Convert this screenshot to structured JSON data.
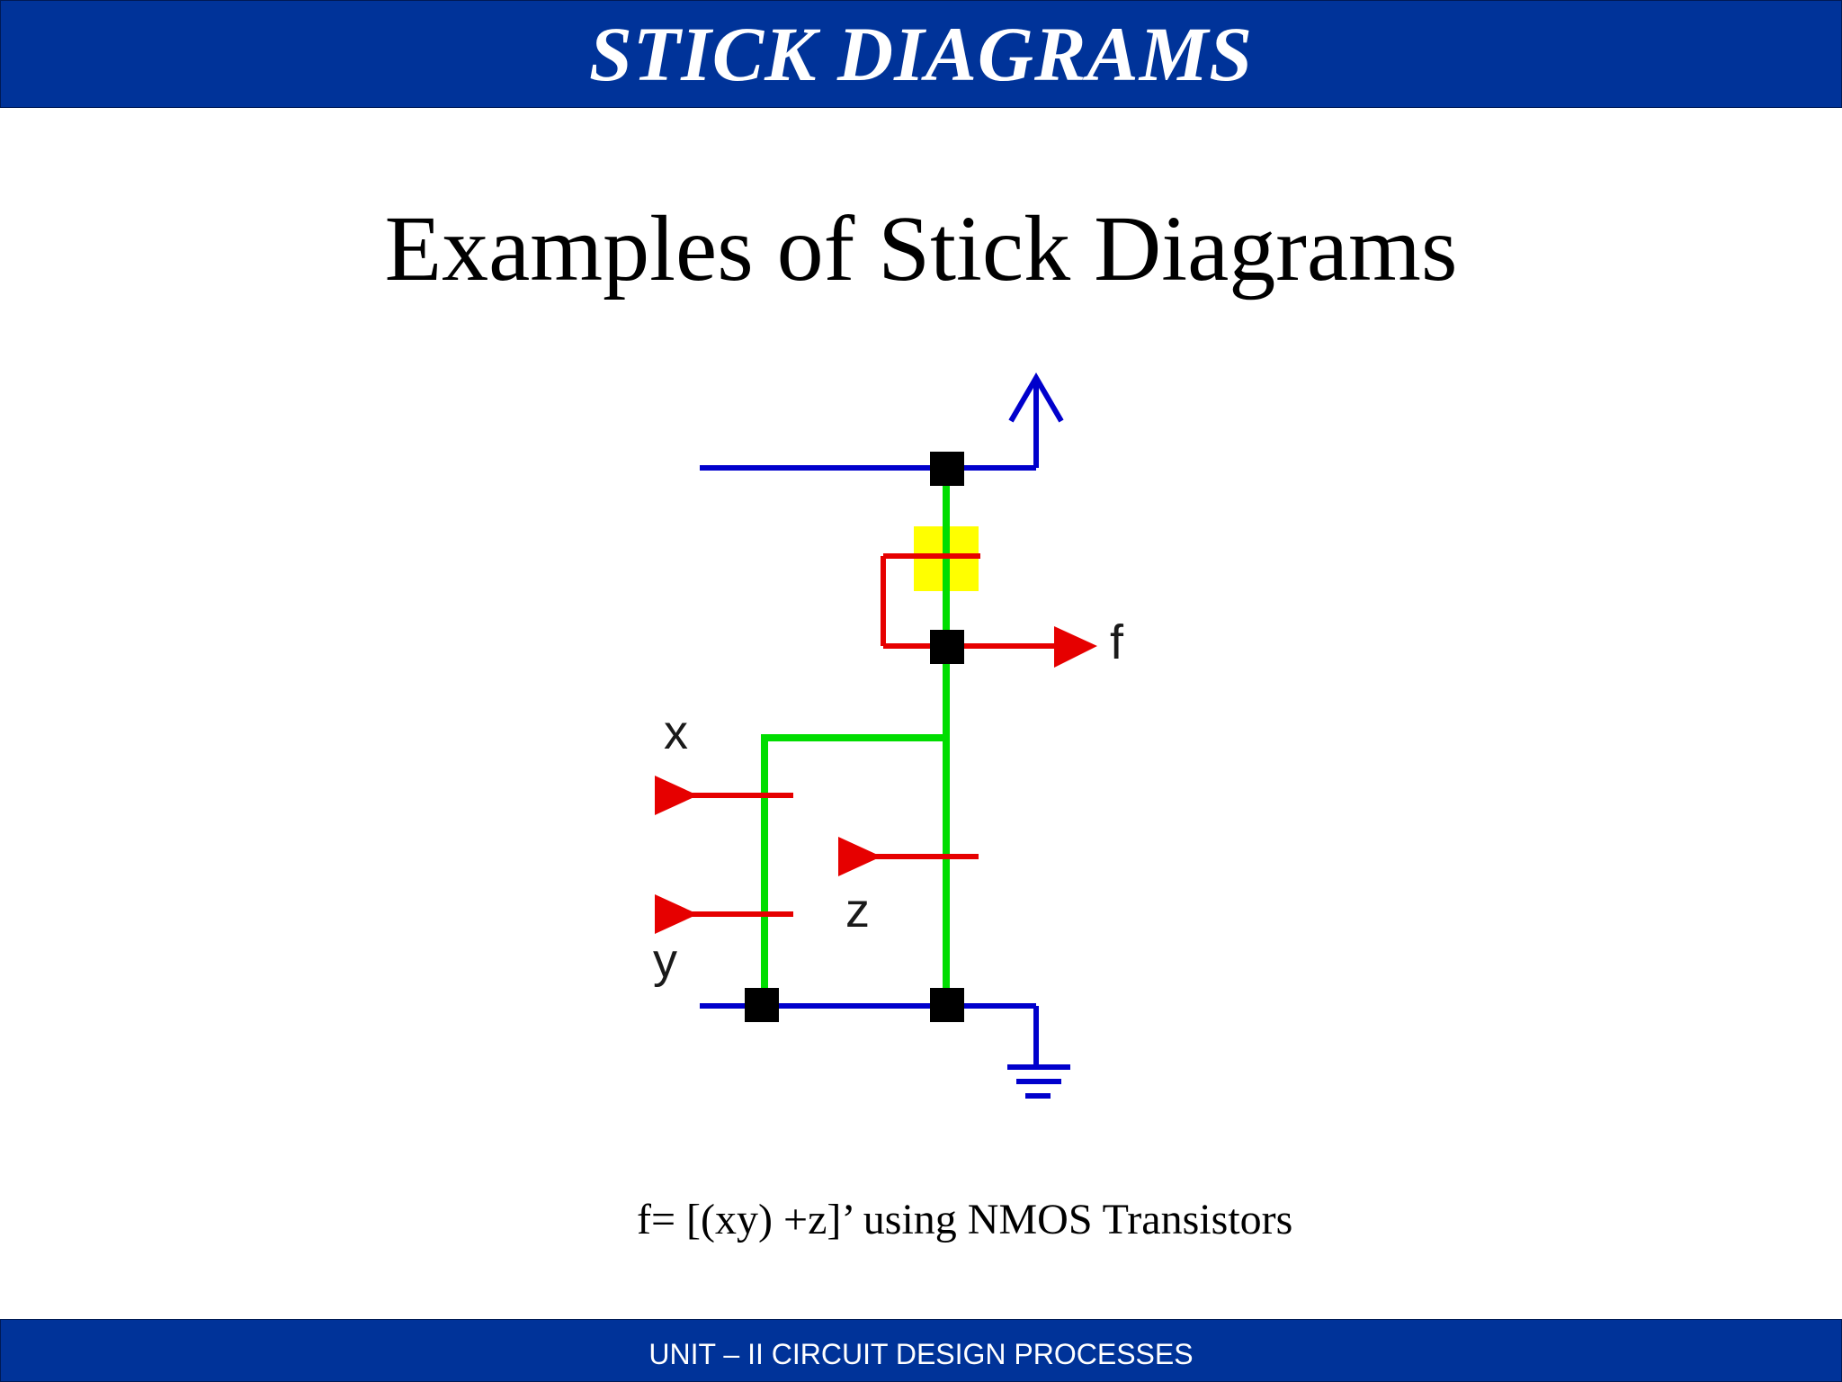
{
  "header": {
    "banner_title": "STICK DIAGRAMS",
    "background_color": "#003399"
  },
  "slide": {
    "title": "Examples of Stick Diagrams"
  },
  "diagram": {
    "labels": {
      "x": "x",
      "y": "y",
      "z": "z",
      "f": "f"
    },
    "colors": {
      "metal": "#0000cc",
      "diffusion": "#00dd00",
      "polysilicon": "#e60000",
      "implant": "#ffff00",
      "contact": "#000000"
    },
    "icons": [
      "vdd-arrow-icon",
      "ground-icon",
      "output-arrow-icon",
      "input-arrow-icon"
    ]
  },
  "caption": {
    "text": "f= [(xy) +z]’ using NMOS Transistors"
  },
  "footer": {
    "text": "UNIT – II CIRCUIT DESIGN PROCESSES"
  }
}
